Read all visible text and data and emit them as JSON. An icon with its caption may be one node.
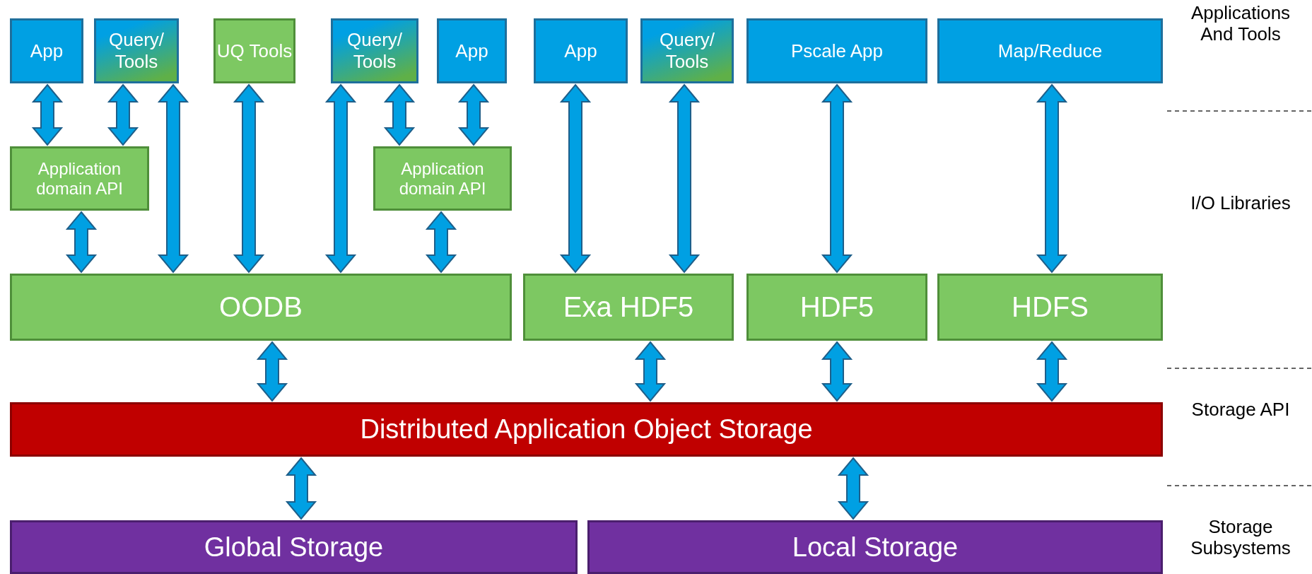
{
  "diagram": {
    "nodes": [
      {
        "text": [
          "App"
        ]
      },
      {
        "text": [
          "Query/ Tools"
        ]
      },
      {
        "text": [
          "UQ Tools"
        ]
      },
      {
        "text": [
          "Query/ Tools"
        ]
      },
      {
        "text": [
          "App"
        ]
      },
      {
        "text": [
          "App"
        ]
      },
      {
        "text": [
          "Query/ Tools"
        ]
      },
      {
        "text": [
          "Pscale App"
        ]
      },
      {
        "text": [
          "Map/Reduce"
        ]
      },
      {
        "text": [
          "Application domain API"
        ]
      },
      {
        "text": [
          "Application domain API"
        ]
      },
      {
        "text": [
          "OODB"
        ]
      },
      {
        "text": [
          "Exa HDF5"
        ]
      },
      {
        "text": [
          "HDF5"
        ]
      },
      {
        "text": [
          "HDFS"
        ]
      },
      {
        "text": [
          "Distributed Application Object Storage"
        ]
      },
      {
        "text": [
          "Global Storage"
        ]
      },
      {
        "text": [
          "Local Storage"
        ]
      }
    ],
    "edges": [
      {
        "from": 0,
        "to": 9,
        "arrow": "both"
      },
      {
        "from": 1,
        "to": 9,
        "arrow": "both"
      },
      {
        "from": 1,
        "to": 11,
        "arrow": "both"
      },
      {
        "from": 2,
        "to": 11,
        "arrow": "both"
      },
      {
        "from": 3,
        "to": 11,
        "arrow": "both"
      },
      {
        "from": 3,
        "to": 10,
        "arrow": "both"
      },
      {
        "from": 4,
        "to": 10,
        "arrow": "both"
      },
      {
        "from": 9,
        "to": 11,
        "arrow": "both"
      },
      {
        "from": 10,
        "to": 11,
        "arrow": "both"
      },
      {
        "from": 5,
        "to": 12,
        "arrow": "both"
      },
      {
        "from": 6,
        "to": 12,
        "arrow": "both"
      },
      {
        "from": 7,
        "to": 13,
        "arrow": "both"
      },
      {
        "from": 8,
        "to": 14,
        "arrow": "both"
      },
      {
        "from": 11,
        "to": 15,
        "arrow": "both"
      },
      {
        "from": 12,
        "to": 15,
        "arrow": "both"
      },
      {
        "from": 13,
        "to": 15,
        "arrow": "both"
      },
      {
        "from": 14,
        "to": 15,
        "arrow": "both"
      },
      {
        "from": 15,
        "to": 16,
        "arrow": "both"
      },
      {
        "from": 15,
        "to": 17,
        "arrow": "both"
      }
    ],
    "labels": [
      "Applications And Tools",
      "I/O Libraries",
      "Storage API",
      "Storage Subsystems"
    ]
  }
}
